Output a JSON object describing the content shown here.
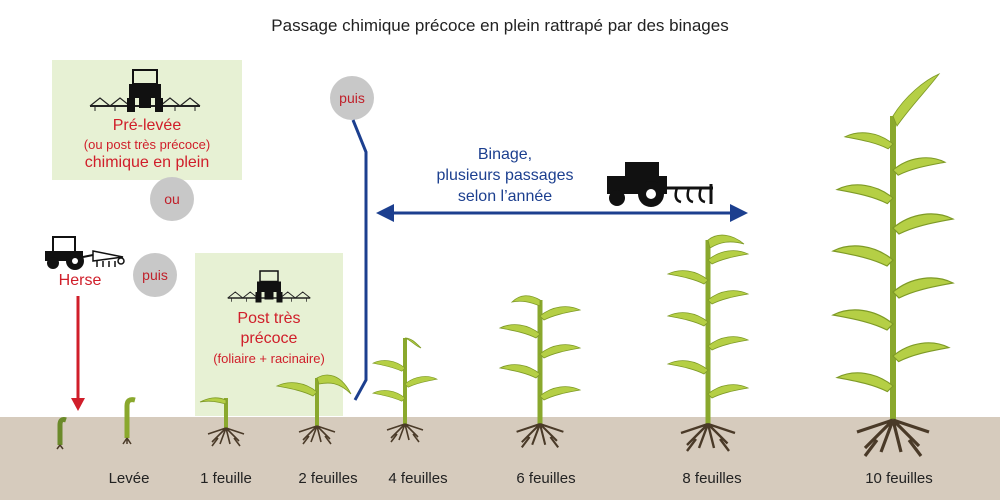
{
  "title": "Passage chimique précoce en plein rattrapé par des binages",
  "prelevee": {
    "line1": "Pré-levée",
    "line2": "(ou post très précoce)",
    "line3": "chimique en plein"
  },
  "ou": "ou",
  "puis_1": "puis",
  "puis_2": "puis",
  "herse": "Herse",
  "post_tres_precoce": {
    "line1": "Post très",
    "line2": "précoce",
    "line3": "(foliaire + racinaire)"
  },
  "binage": {
    "line1": "Binage,",
    "line2": "plusieurs passages",
    "line3": "selon l’année"
  },
  "stages": [
    "Levée",
    "1 feuille",
    "2 feuilles",
    "4 feuilles",
    "6 feuilles",
    "8 feuilles",
    "10 feuilles"
  ],
  "colors": {
    "box_fill": "#e7f1d4",
    "red": "#d01e2a",
    "navy": "#1c3f8f",
    "soil": "#d6cbbd",
    "leaf": "#b5cf45",
    "leaf_dark": "#7e9a26",
    "stem": "#8aa82d",
    "root": "#4a3a28",
    "circle": "#c8c8c8"
  },
  "icons": [
    "sprayer-tractor-icon",
    "harrow-tractor-icon",
    "hoe-tractor-icon"
  ]
}
